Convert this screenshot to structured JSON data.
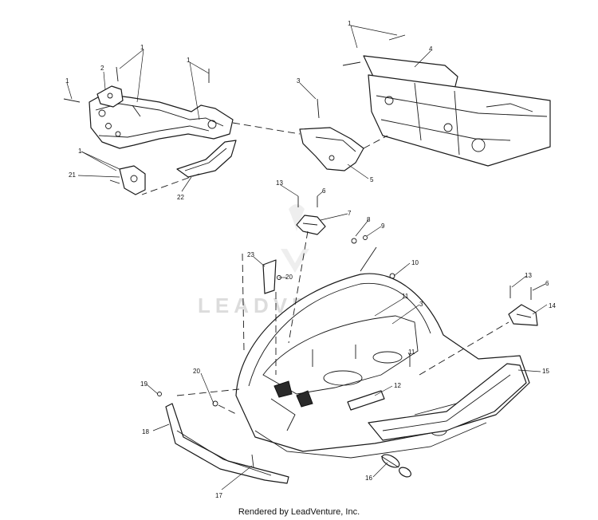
{
  "watermark": "LEADVENTURE",
  "footer": "Rendered by LeadVenture, Inc.",
  "callouts": {
    "c1a": "1",
    "c1b": "1",
    "c1c": "1",
    "c1d": "1",
    "c1e": "1",
    "c2": "2",
    "c3a": "3",
    "c3b": "3",
    "c4": "4",
    "c5": "5",
    "c6a": "6",
    "c6b": "6",
    "c7": "7",
    "c8": "8",
    "c9": "9",
    "c10": "10",
    "c11a": "11",
    "c11b": "11",
    "c12": "12",
    "c13a": "13",
    "c13b": "13",
    "c14": "14",
    "c15": "15",
    "c16": "16",
    "c17": "17",
    "c18": "18",
    "c19": "19",
    "c20a": "20",
    "c20b": "20",
    "c21": "21",
    "c22": "22",
    "c23": "23"
  }
}
